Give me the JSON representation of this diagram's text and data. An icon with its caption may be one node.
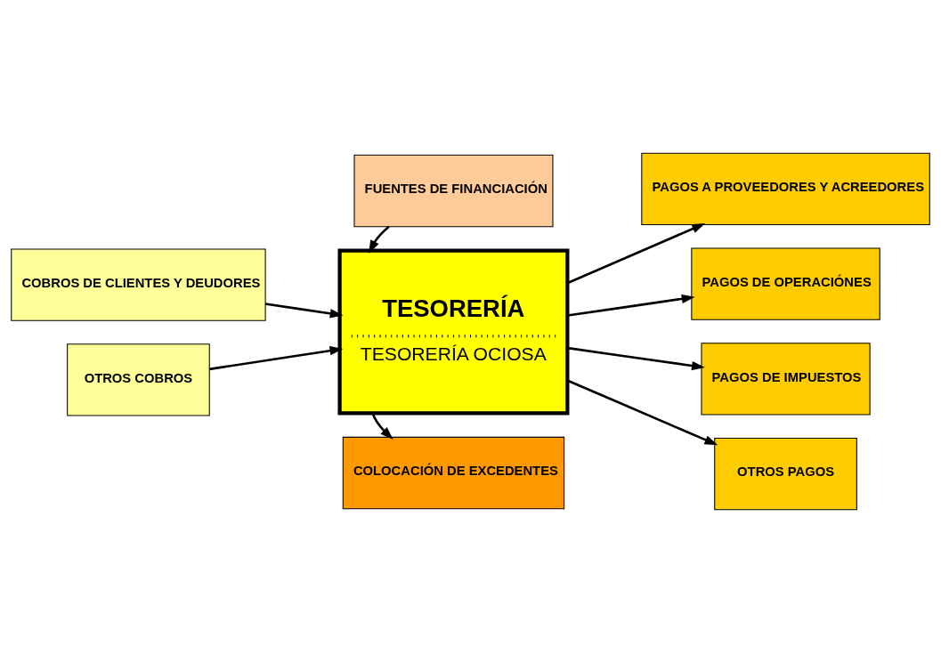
{
  "diagram": {
    "nodes": [
      {
        "text": [
          "FUENTES DE FINANCIACIÓN"
        ]
      },
      {
        "text": [
          "PAGOS A PROVEEDORES Y ACREEDORES"
        ]
      },
      {
        "text": [
          "COBROS DE CLIENTES Y DEUDORES"
        ]
      },
      {
        "text": [
          "TESORERÍA",
          "TESORERÍA OCIOSA"
        ]
      },
      {
        "text": [
          "PAGOS DE OPERACIÓNES"
        ]
      },
      {
        "text": [
          "OTROS COBROS"
        ]
      },
      {
        "text": [
          "PAGOS DE IMPUESTOS"
        ]
      },
      {
        "text": [
          "OTROS PAGOS"
        ]
      },
      {
        "text": [
          "COLOCACIÓN DE EXCEDENTES"
        ]
      }
    ],
    "edges": [
      {
        "from": 0,
        "to": 3,
        "arrow": "to"
      },
      {
        "from": 2,
        "to": 3,
        "arrow": "to"
      },
      {
        "from": 5,
        "to": 3,
        "arrow": "to"
      },
      {
        "from": 3,
        "to": 1,
        "arrow": "to"
      },
      {
        "from": 3,
        "to": 4,
        "arrow": "to"
      },
      {
        "from": 3,
        "to": 6,
        "arrow": "to"
      },
      {
        "from": 3,
        "to": 7,
        "arrow": "to"
      },
      {
        "from": 3,
        "to": 8,
        "arrow": "to"
      }
    ]
  }
}
